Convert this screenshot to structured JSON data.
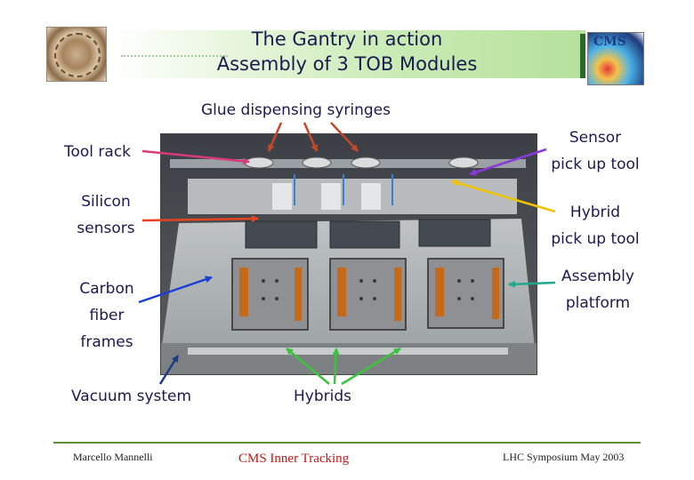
{
  "header": {
    "title_line1": "The Gantry in action",
    "title_line2": "Assembly of 3 TOB Modules"
  },
  "labels": {
    "glue": "Glue dispensing syringes",
    "tool_rack": "Tool rack",
    "sensor_tool_1": "Sensor",
    "sensor_tool_2": "pick up tool",
    "silicon_1": "Silicon",
    "silicon_2": "sensors",
    "hybrid_tool_1": "Hybrid",
    "hybrid_tool_2": "pick up tool",
    "platform_1": "Assembly",
    "platform_2": "platform",
    "carbon_1": "Carbon",
    "carbon_2": "fiber",
    "carbon_3": "frames",
    "vacuum": "Vacuum system",
    "hybrids": "Hybrids"
  },
  "footer": {
    "author": "Marcello Mannelli",
    "center": "CMS Inner Tracking",
    "right": "LHC Symposium May 2003"
  },
  "colors": {
    "title_text": "#1a1a50",
    "footer_line": "#5c8f3f",
    "center_footer": "#c01818",
    "arrow_rack": "#d93a7a",
    "arrow_glue": "#c24a2a",
    "arrow_sensor_tool": "#8a3ad9",
    "arrow_silicon": "#e8431f",
    "arrow_hybrid_tool": "#f0c400",
    "arrow_platform": "#1fa88a",
    "arrow_carbon": "#1a3fd6",
    "arrow_vacuum": "#1a3a8a",
    "arrow_hybrids": "#3cc23c"
  }
}
